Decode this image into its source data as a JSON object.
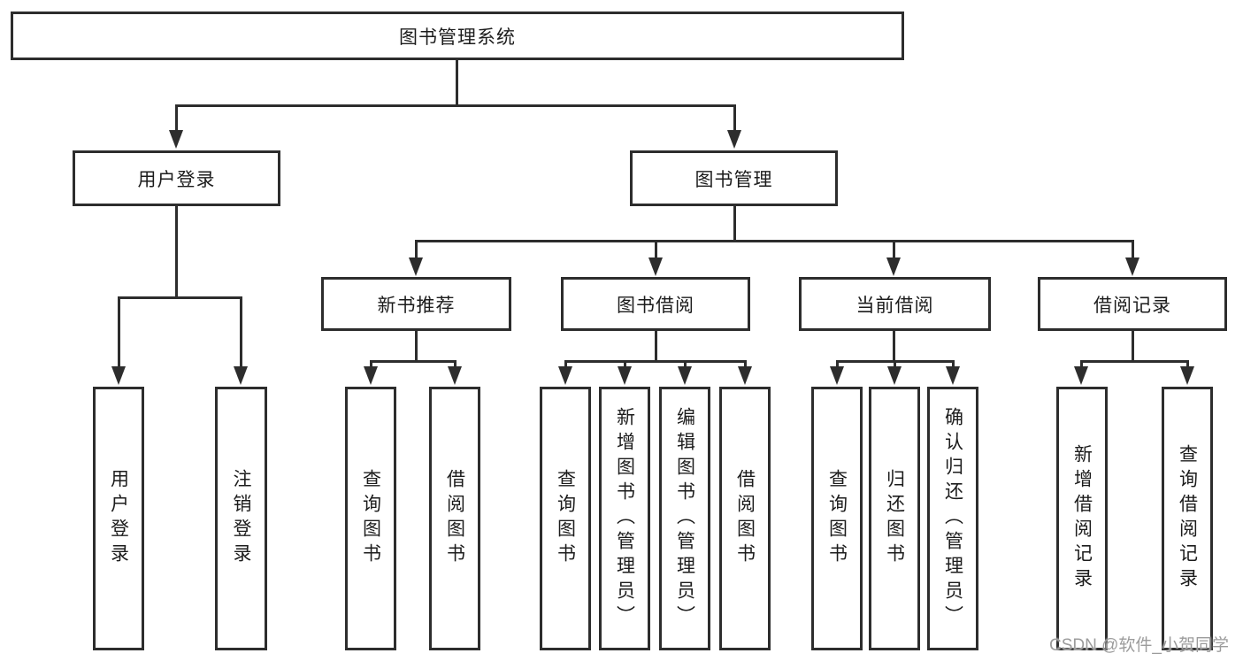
{
  "diagram": {
    "root": {
      "label": "图书管理系统"
    },
    "level2": [
      {
        "id": "user-login",
        "label": "用户登录"
      },
      {
        "id": "book-management",
        "label": "图书管理"
      }
    ],
    "level3": [
      {
        "id": "new-book-recommend",
        "label": "新书推荐",
        "parent": "图书管理"
      },
      {
        "id": "book-borrowing",
        "label": "图书借阅",
        "parent": "图书管理"
      },
      {
        "id": "current-borrowing",
        "label": "当前借阅",
        "parent": "图书管理"
      },
      {
        "id": "borrowing-records",
        "label": "借阅记录",
        "parent": "图书管理"
      }
    ],
    "leaves": [
      {
        "group": "用户登录",
        "label": "用户登录"
      },
      {
        "group": "用户登录",
        "label": "注销登录"
      },
      {
        "group": "新书推荐",
        "label": "查询图书"
      },
      {
        "group": "新书推荐",
        "label": "借阅图书"
      },
      {
        "group": "图书借阅",
        "label": "查询图书"
      },
      {
        "group": "图书借阅",
        "label": "新增图书（管理员）"
      },
      {
        "group": "图书借阅",
        "label": "编辑图书（管理员）"
      },
      {
        "group": "图书借阅",
        "label": "借阅图书"
      },
      {
        "group": "当前借阅",
        "label": "查询图书"
      },
      {
        "group": "当前借阅",
        "label": "归还图书"
      },
      {
        "group": "当前借阅",
        "label": "确认归还（管理员）"
      },
      {
        "group": "借阅记录",
        "label": "新增借阅记录"
      },
      {
        "group": "借阅记录",
        "label": "查询借阅记录"
      }
    ],
    "watermark": "CSDN @软件_小贺同学",
    "colors": {
      "line": "#2d2d2d",
      "text": "#1c1c1c",
      "watermark": "#9c9c9c",
      "background": "#ffffff"
    }
  }
}
